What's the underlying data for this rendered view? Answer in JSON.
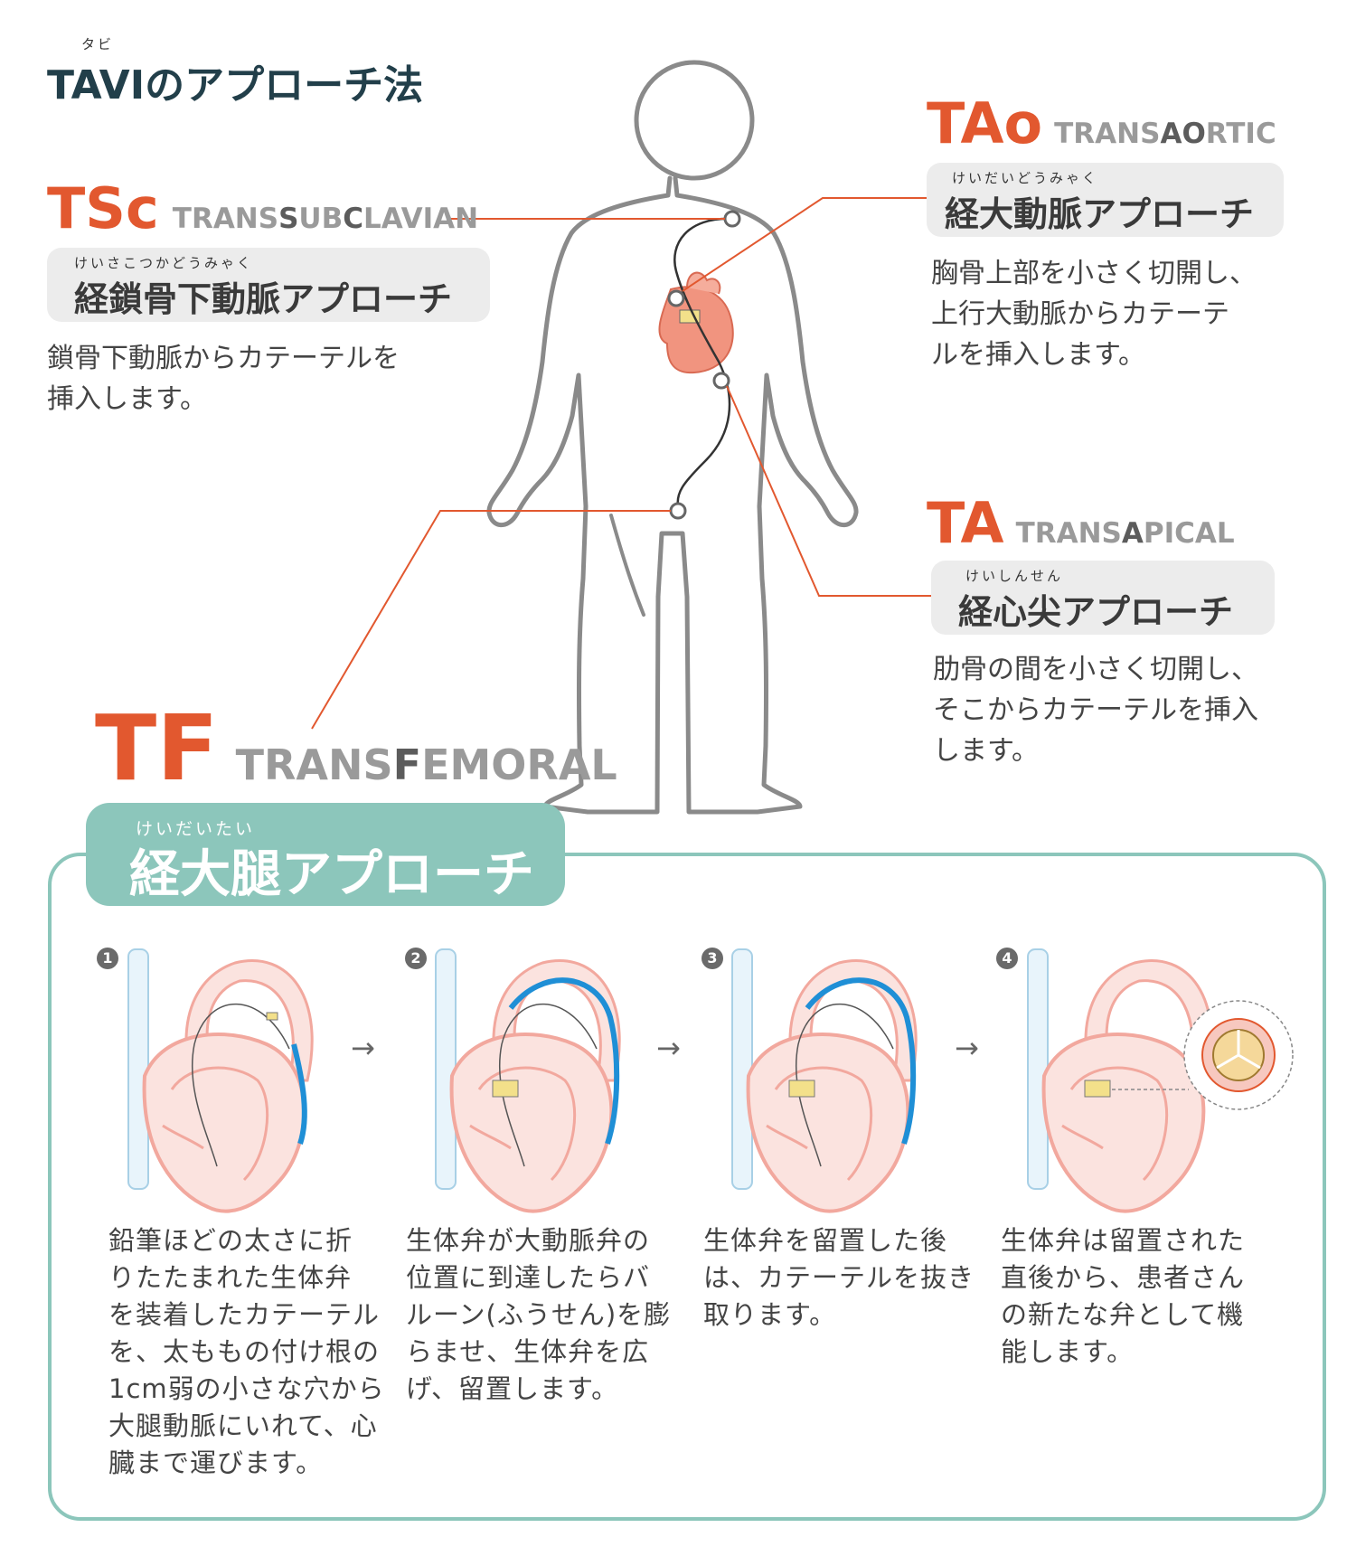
{
  "title": {
    "ruby": "タビ",
    "text": "TAVIのアプローチ法"
  },
  "tsc": {
    "abbr": "TSc",
    "eng_pre": "TRANS",
    "eng_b1": "S",
    "eng_mid": "UB",
    "eng_b2": "C",
    "eng_post": "LAVIAN",
    "ruby": "けいさこつかどうみゃく",
    "jp": "経鎖骨下動脈アプローチ",
    "desc": [
      "鎖骨下動脈からカテーテルを",
      "挿入します。"
    ]
  },
  "tao": {
    "abbr": "TAo",
    "eng_pre": "TRANS",
    "eng_b1": "A",
    "eng_mid": "",
    "eng_b2": "O",
    "eng_post": "RTIC",
    "ruby": "けいだいどうみゃく",
    "jp": "経大動脈アプローチ",
    "desc": [
      "胸骨上部を小さく切開し、",
      "上行大動脈からカテーテ",
      "ルを挿入します。"
    ]
  },
  "ta": {
    "abbr": "TA",
    "eng_pre": "TRANS",
    "eng_b1": "A",
    "eng_post": "PICAL",
    "ruby": "けいしんせん",
    "jp": "経心尖アプローチ",
    "desc": [
      "肋骨の間を小さく切開し、",
      "そこからカテーテルを挿入",
      "します。"
    ]
  },
  "tf": {
    "abbr": "TF",
    "eng_pre": "TRANS",
    "eng_b1": "F",
    "eng_post": "EMORAL",
    "ruby": "けいだいたい",
    "jp": "経大腿アプローチ"
  },
  "steps": [
    {
      "num": "1",
      "desc": [
        "鉛筆ほどの太さに折",
        "りたたまれた生体弁",
        "を装着したカテーテル",
        "を、太ももの付け根の",
        "1cm弱の小さな穴から",
        "大腿動脈にいれて、心",
        "臓まで運びます。"
      ]
    },
    {
      "num": "2",
      "desc": [
        "生体弁が大動脈弁の",
        "位置に到達したらバ",
        "ルーン(ふうせん)を膨",
        "らませ、生体弁を広",
        "げ、留置します。"
      ]
    },
    {
      "num": "3",
      "desc": [
        "生体弁を留置した後",
        "は、カテーテルを抜き",
        "取ります。"
      ]
    },
    {
      "num": "4",
      "desc": [
        "生体弁は留置された",
        "直後から、患者さん",
        "の新たな弁として機",
        "能します。"
      ]
    }
  ],
  "arrow": "→",
  "colors": {
    "accent": "#e2582f",
    "teal": "#8cc6bb",
    "heart": "#f2a89e",
    "aorta_blue": "#1f8fd6",
    "vein": "#a8d0e6"
  }
}
